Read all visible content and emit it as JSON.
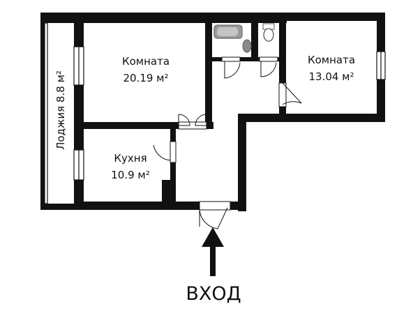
{
  "rooms": [
    {
      "name": "Комната",
      "area": "20.19 м²"
    },
    {
      "name": "Комната",
      "area": "13.04 м²"
    },
    {
      "name": "Кухня",
      "area": "10.9 м²"
    }
  ],
  "loggia": {
    "label": "Лоджия 8.8 м²"
  },
  "entrance": {
    "label": "ВХОД"
  },
  "colors": {
    "wall": "#111111",
    "background": "#ffffff",
    "fixture": "#8a8a8a"
  }
}
